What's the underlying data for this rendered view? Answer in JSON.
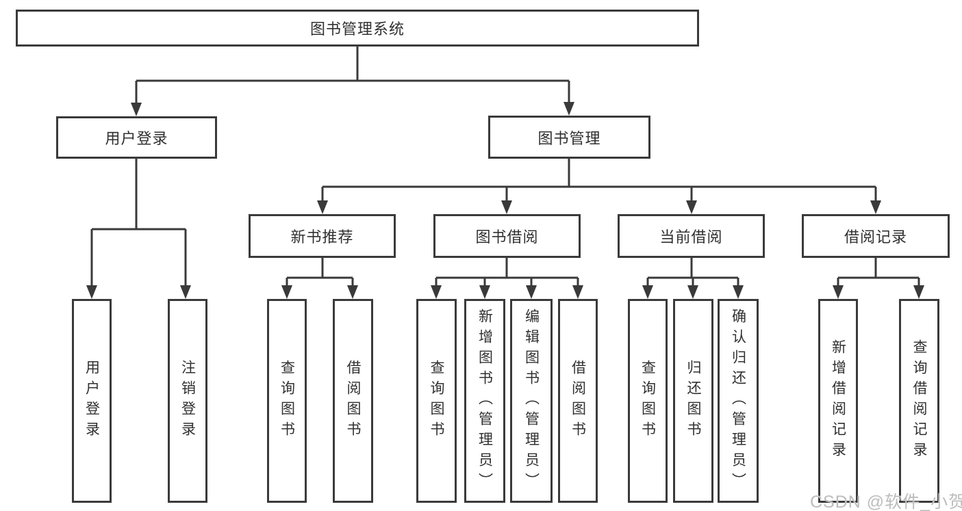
{
  "diagram": {
    "root": {
      "label": "图书管理系统"
    },
    "level2": {
      "user_login": {
        "label": "用户登录"
      },
      "book_mgmt": {
        "label": "图书管理"
      }
    },
    "level3": {
      "new_book_rec": {
        "label": "新书推荐"
      },
      "book_borrow": {
        "label": "图书借阅"
      },
      "current_borrow": {
        "label": "当前借阅"
      },
      "borrow_records": {
        "label": "借阅记录"
      }
    },
    "leaves": {
      "login_1": {
        "label": "用户登录"
      },
      "login_2": {
        "label": "注销登录"
      },
      "rec_1": {
        "label": "查询图书"
      },
      "rec_2": {
        "label": "借阅图书"
      },
      "borrow_1": {
        "label": "查询图书"
      },
      "borrow_2": {
        "label": "新增图书（管理员）"
      },
      "borrow_3": {
        "label": "编辑图书（管理员）"
      },
      "borrow_4": {
        "label": "借阅图书"
      },
      "current_1": {
        "label": "查询图书"
      },
      "current_2": {
        "label": "归还图书"
      },
      "current_3": {
        "label": "确认归还（管理员）"
      },
      "records_1": {
        "label": "新增借阅记录"
      },
      "records_2": {
        "label": "查询借阅记录"
      }
    }
  },
  "watermark": {
    "text": "CSDN @软件_小贺同学"
  },
  "colors": {
    "line": "#3a3a3a",
    "text": "#303030",
    "background": "#ffffff",
    "watermark": "#bdbdbd"
  }
}
